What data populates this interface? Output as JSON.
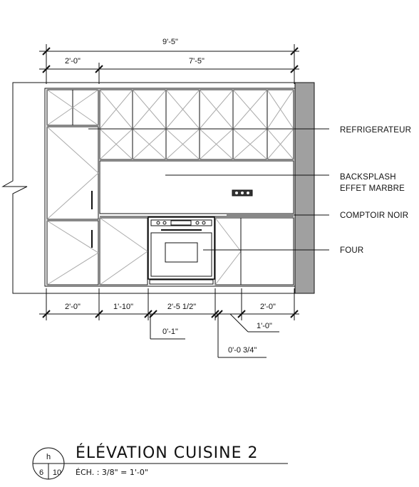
{
  "dimensions": {
    "overall": "9'-5\"",
    "left_section": "2'-0\"",
    "right_section": "7'-5\"",
    "bottom_fridge": "2'-0\"",
    "bottom_cabinet": "1'-10\"",
    "bottom_oven": "2'-5 1/2\"",
    "bottom_right": "2'-0\"",
    "gap_left": "0'-1\"",
    "gap_right": "1'-0\"",
    "gap_oven": "0'-0 3/4\""
  },
  "callouts": {
    "refrigerator": "REFRIGERATEUR",
    "backsplash_line1": "BACKSPLASH",
    "backsplash_line2": "EFFET MARBRE",
    "countertop": "COMPTOIR NOIR",
    "oven": "FOUR"
  },
  "title_block": {
    "title": "ÉLÉVATION  CUISINE 2",
    "scale": "ÉCH. : 3/8\" = 1'-0\"",
    "bubble_top": "h",
    "bubble_left": "6",
    "bubble_right": "10"
  }
}
